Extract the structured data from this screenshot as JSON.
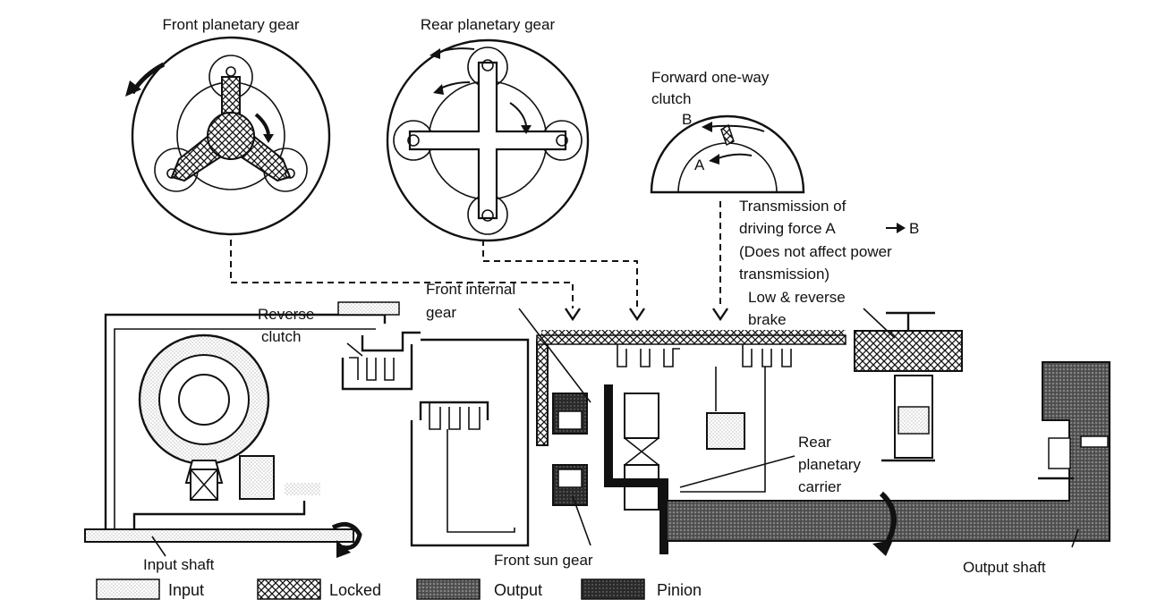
{
  "labels": {
    "front_planetary_gear": "Front planetary gear",
    "rear_planetary_gear": "Rear planetary gear",
    "forward_clutch_1": "Forward one-way",
    "forward_clutch_2": "clutch",
    "point_a": "A",
    "point_b": "B",
    "transmission_1": "Transmission of",
    "transmission_2": "driving force A",
    "transmission_2b": "B",
    "transmission_3": "(Does not affect power",
    "transmission_4": "transmission)",
    "front_internal_gear_1": "Front internal",
    "front_internal_gear_2": "gear",
    "reverse_clutch_1": "Reverse",
    "reverse_clutch_2": "clutch",
    "low_reverse_brake_1": "Low & reverse",
    "low_reverse_brake_2": "brake",
    "rear_planetary_carrier_1": "Rear",
    "rear_planetary_carrier_2": "planetary",
    "rear_planetary_carrier_3": "carrier",
    "input_shaft": "Input shaft",
    "front_sun_gear": "Front sun gear",
    "output_shaft": "Output shaft"
  },
  "legend": [
    {
      "label": "Input",
      "pattern": "input"
    },
    {
      "label": "Locked",
      "pattern": "locked"
    },
    {
      "label": "Output",
      "pattern": "output"
    },
    {
      "label": "Pinion",
      "pattern": "pinion"
    }
  ]
}
